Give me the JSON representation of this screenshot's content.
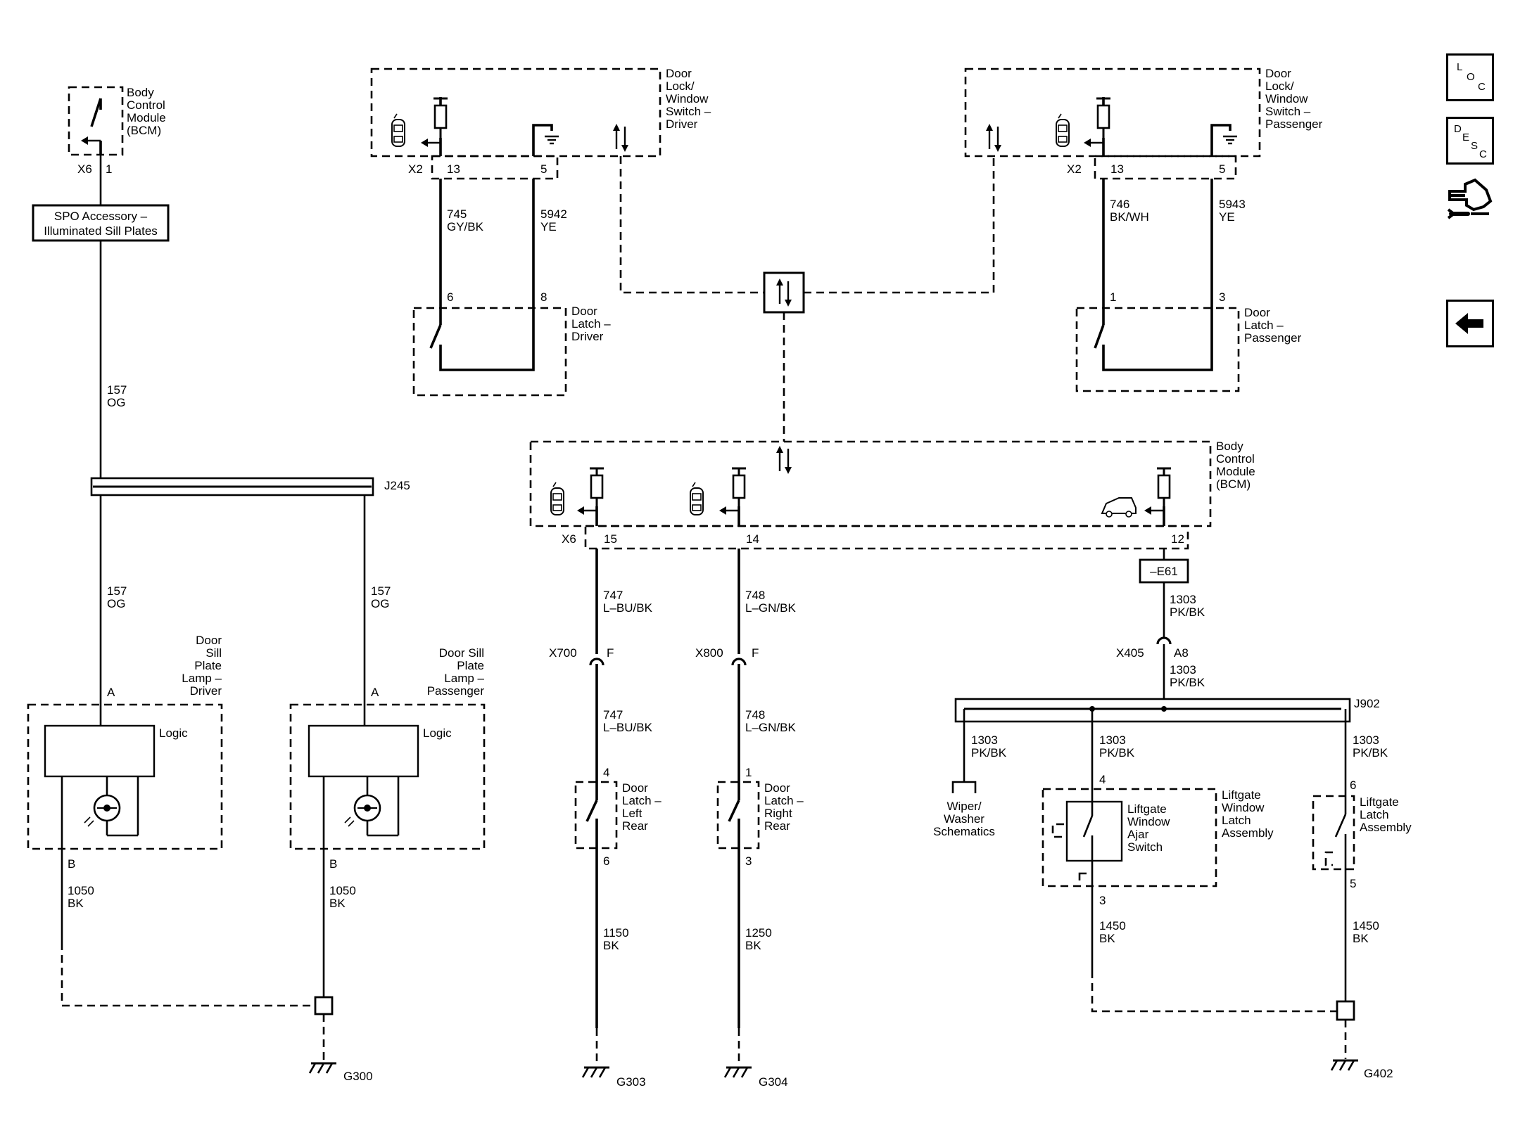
{
  "nav": {
    "loc": [
      "L",
      "O",
      "C"
    ],
    "desc": [
      "D",
      "E",
      "S",
      "C"
    ]
  },
  "bcm_top": {
    "label": [
      "Body",
      "Control",
      "Module",
      "(BCM)"
    ],
    "connector": "X6",
    "pin": "1"
  },
  "spo_box": [
    "SPO Accessory –",
    "Illuminated Sill Plates"
  ],
  "wire_157": [
    "157",
    "OG"
  ],
  "splice_j245": "J245",
  "lamp_driver": {
    "title": [
      "Door",
      "Sill",
      "Plate",
      "Lamp –",
      "Driver"
    ],
    "logic": "Logic",
    "pin_a": "A",
    "pin_b": "B"
  },
  "lamp_passenger": {
    "title": [
      "Door Sill",
      "Plate",
      "Lamp –",
      "Passenger"
    ],
    "logic": "Logic",
    "pin_a": "A",
    "pin_b": "B"
  },
  "wire_1050": [
    "1050",
    "BK"
  ],
  "ground_g300": "G300",
  "switch_driver": {
    "title": [
      "Door",
      "Lock/",
      "Window",
      "Switch –",
      "Driver"
    ],
    "connector": "X2",
    "pin_13": "13",
    "pin_5": "5"
  },
  "wire_745": [
    "745",
    "GY/BK"
  ],
  "wire_5942": [
    "5942",
    "YE"
  ],
  "latch_driver": {
    "title": [
      "Door",
      "Latch –",
      "Driver"
    ],
    "pin_6": "6",
    "pin_8": "8"
  },
  "switch_passenger": {
    "title": [
      "Door",
      "Lock/",
      "Window",
      "Switch –",
      "Passenger"
    ],
    "connector": "X2",
    "pin_13": "13",
    "pin_5": "5"
  },
  "wire_746": [
    "746",
    "BK/WH"
  ],
  "wire_5943": [
    "5943",
    "YE"
  ],
  "latch_passenger": {
    "title": [
      "Door",
      "Latch –",
      "Passenger"
    ],
    "pin_1": "1",
    "pin_3": "3"
  },
  "bcm_mid": {
    "label": [
      "Body",
      "Control",
      "Module",
      "(BCM)"
    ],
    "connector": "X6",
    "pin_15": "15",
    "pin_14": "14",
    "pin_12": "12"
  },
  "wire_747": [
    "747",
    "L–BU/BK"
  ],
  "wire_748": [
    "748",
    "L–GN/BK"
  ],
  "inline_x700": {
    "name": "X700",
    "pin": "F"
  },
  "inline_x800": {
    "name": "X800",
    "pin": "F"
  },
  "latch_lr": {
    "title": [
      "Door",
      "Latch –",
      "Left",
      "Rear"
    ],
    "pin_top": "4",
    "pin_bot": "6"
  },
  "latch_rr": {
    "title": [
      "Door",
      "Latch –",
      "Right",
      "Rear"
    ],
    "pin_top": "1",
    "pin_bot": "3"
  },
  "wire_1150": [
    "1150",
    "BK"
  ],
  "wire_1250": [
    "1250",
    "BK"
  ],
  "ground_g303": "G303",
  "ground_g304": "G304",
  "option_e61": "–E61",
  "wire_1303": [
    "1303",
    "PK/BK"
  ],
  "inline_x405": {
    "name": "X405",
    "pin": "A8"
  },
  "splice_j902": "J902",
  "wiper": [
    "Wiper/",
    "Washer",
    "Schematics"
  ],
  "lg_window": {
    "title": [
      "Liftgate",
      "Window",
      "Latch",
      "Assembly"
    ],
    "switch": [
      "Liftgate",
      "Window",
      "Ajar",
      "Switch"
    ],
    "pin_top": "4",
    "pin_bot": "3"
  },
  "lg_latch": {
    "title": [
      "Liftgate",
      "Latch",
      "Assembly"
    ],
    "pin_top": "6",
    "pin_bot": "5"
  },
  "wire_1450": [
    "1450",
    "BK"
  ],
  "ground_g402": "G402"
}
